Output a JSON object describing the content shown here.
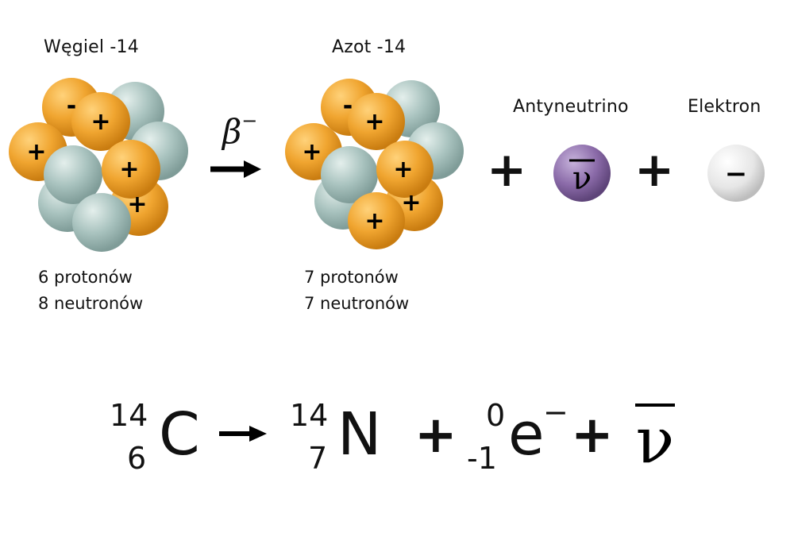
{
  "reactant": {
    "name": "Węgiel -14",
    "protons": "6 protonów",
    "neutrons": "8 neutronów"
  },
  "product": {
    "name": "Azot -14",
    "protons": "7 protonów",
    "neutrons": "7 neutronów"
  },
  "decay": {
    "symbol": "β",
    "charge": "−"
  },
  "antineutrino": {
    "label": "Antyneutrino",
    "symbol": "ν"
  },
  "electron": {
    "label": "Elektron",
    "symbol": "−"
  },
  "operators": {
    "plus": "+",
    "minus": "-"
  },
  "equation": {
    "carbon": {
      "mass": "14",
      "atomic": "6",
      "symbol": "C"
    },
    "nitrogen": {
      "mass": "14",
      "atomic": "7",
      "symbol": "N"
    },
    "electron": {
      "mass": "0",
      "atomic": "-1",
      "symbol": "e",
      "charge": "−"
    },
    "antineutrino": {
      "symbol": "ν"
    }
  },
  "colors": {
    "proton": "#f0a530",
    "neutron": "#a9c3bf",
    "antineutrino": "#8a6aa8",
    "electron": "#e6e6e6"
  }
}
